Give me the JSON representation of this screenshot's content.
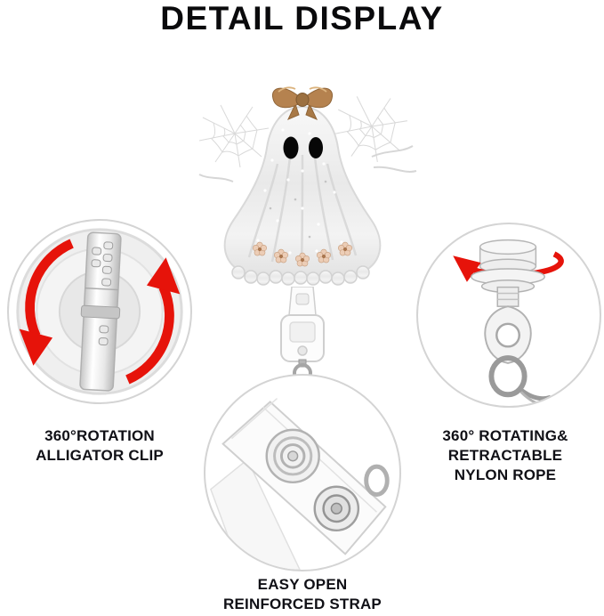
{
  "title": "DETAIL DISPLAY",
  "callouts": {
    "alligator_clip": {
      "lines": [
        "360°ROTATION",
        "ALLIGATOR CLIP"
      ]
    },
    "nylon_rope": {
      "lines": [
        "360° ROTATING&",
        "RETRACTABLE",
        "NYLON ROPE"
      ]
    },
    "strap": {
      "lines": [
        "EASY OPEN",
        "REINFORCED STRAP"
      ]
    }
  },
  "colors": {
    "background": "#ffffff",
    "text": "#101016",
    "arrow_red": "#e6130a",
    "circle_border": "#d4d4d4",
    "bow_brown": "#b5824f",
    "glitter_silver": "#e9e9e9"
  }
}
